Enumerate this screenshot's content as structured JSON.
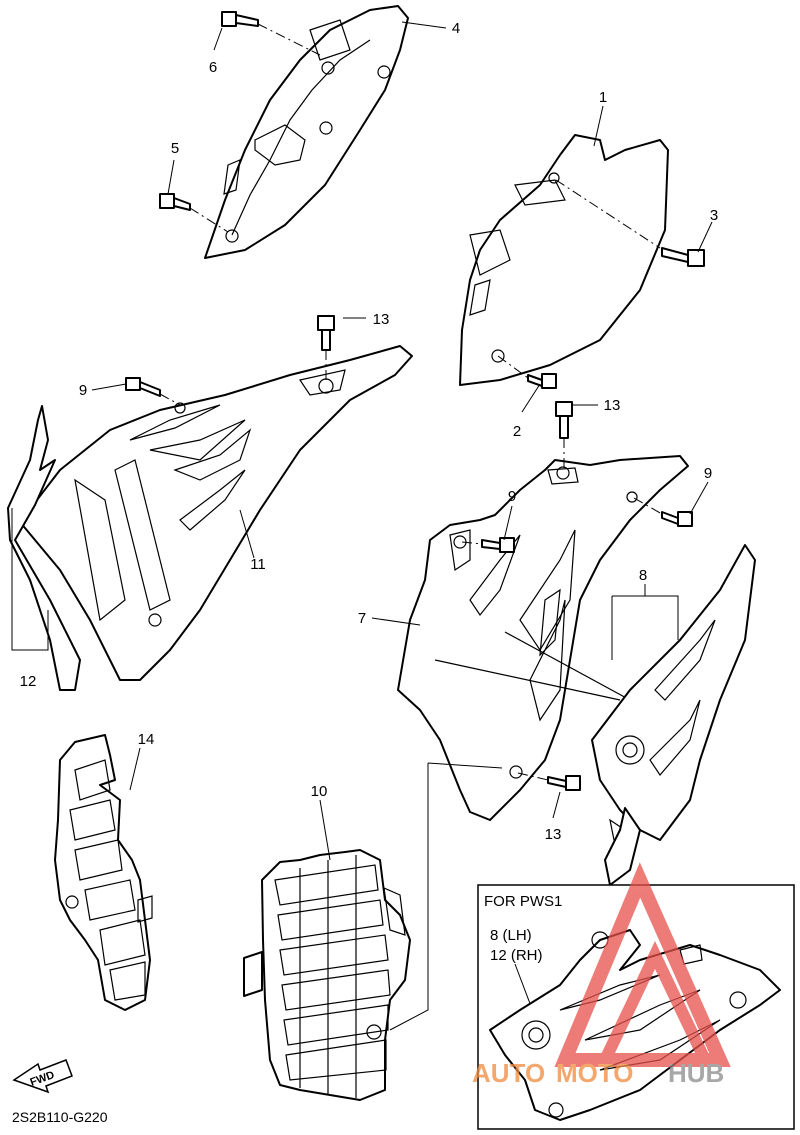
{
  "callouts": {
    "p1": "1",
    "p2": "2",
    "p3": "3",
    "p4": "4",
    "p5": "5",
    "p6": "6",
    "p7": "7",
    "p8": "8",
    "p9a": "9",
    "p9b": "9",
    "p9c": "9",
    "p10": "10",
    "p11": "11",
    "p12": "12",
    "p13a": "13",
    "p13b": "13",
    "p13c": "13",
    "p14": "14"
  },
  "inset": {
    "title": "FOR PWS1",
    "line1": "8 (LH)",
    "line2": "12 (RH)"
  },
  "fwd_label": "FWD",
  "diagram_code": "2S2B110-G220",
  "watermark": {
    "part1": "AUTO",
    "part2": "MOTO",
    "part3": "HUB",
    "color_orange": "#f08a3c",
    "color_gray": "#8a8a8a",
    "color_red": "#e8504a"
  }
}
